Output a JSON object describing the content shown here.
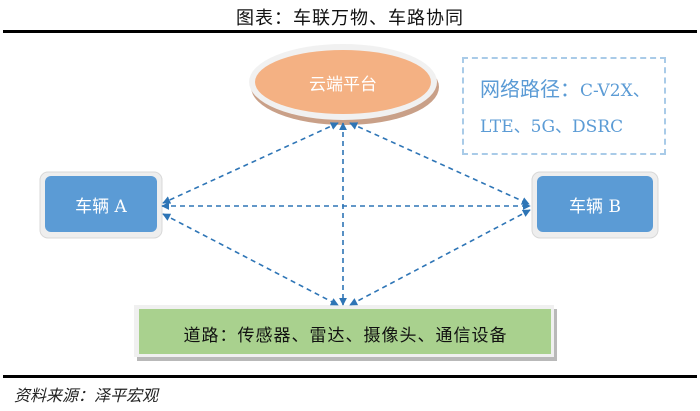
{
  "title": "图表：车联万物、车路协同",
  "nodes": {
    "cloud": "云端平台",
    "vehicle_a": "车辆 A",
    "vehicle_b": "车辆 B",
    "road": "道路：传感器、雷达、摄像头、通信设备"
  },
  "network": {
    "label": "网络路径：",
    "line1": "C-V2X、",
    "line2": "LTE、5G、DSRC"
  },
  "source": "资料来源：泽平宏观",
  "colors": {
    "cloud": "#f4b183",
    "vehicle": "#5b9bd5",
    "road": "#a9d18e",
    "arrow": "#2e75b6"
  }
}
